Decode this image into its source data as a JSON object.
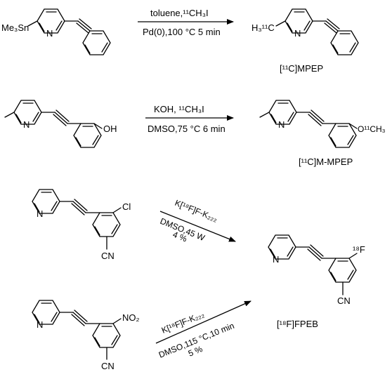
{
  "reactions": [
    {
      "reagents": "toluene,¹¹CH₃I",
      "conditions": "Pd(0),100 °C 5 min",
      "reactant_labels": {
        "stannyl": "Me₃Sn",
        "n": "N"
      },
      "product_labels": {
        "methyl": "H₃¹¹C",
        "n": "N"
      },
      "product_name": "[¹¹C]MPEP"
    },
    {
      "reagents": "KOH, ¹¹CH₃I",
      "conditions": "DMSO,75 °C 6 min",
      "reactant_labels": {
        "n": "N",
        "oh": "OH"
      },
      "product_labels": {
        "n": "N",
        "ome": "O¹¹CH₃"
      },
      "product_name": "[¹¹C]M-MPEP"
    },
    {
      "reagents": "K[¹⁸F]F-K₂₂₂",
      "conditions": "DMSO,45 W",
      "yield": "4 %",
      "reactant_labels": {
        "n": "N",
        "cl": "Cl",
        "cn": "CN"
      }
    },
    {
      "reagents": "K[¹⁸F]F-K₂₂₂",
      "conditions": "DMSO,115 °C,10 min",
      "yield": "5 %",
      "reactant_labels": {
        "n": "N",
        "no2": "NO₂",
        "cn": "CN"
      }
    }
  ],
  "shared_product": {
    "labels": {
      "n": "N",
      "f": "¹⁸F",
      "cn": "CN"
    },
    "name": "[¹⁸F]FPEB"
  }
}
